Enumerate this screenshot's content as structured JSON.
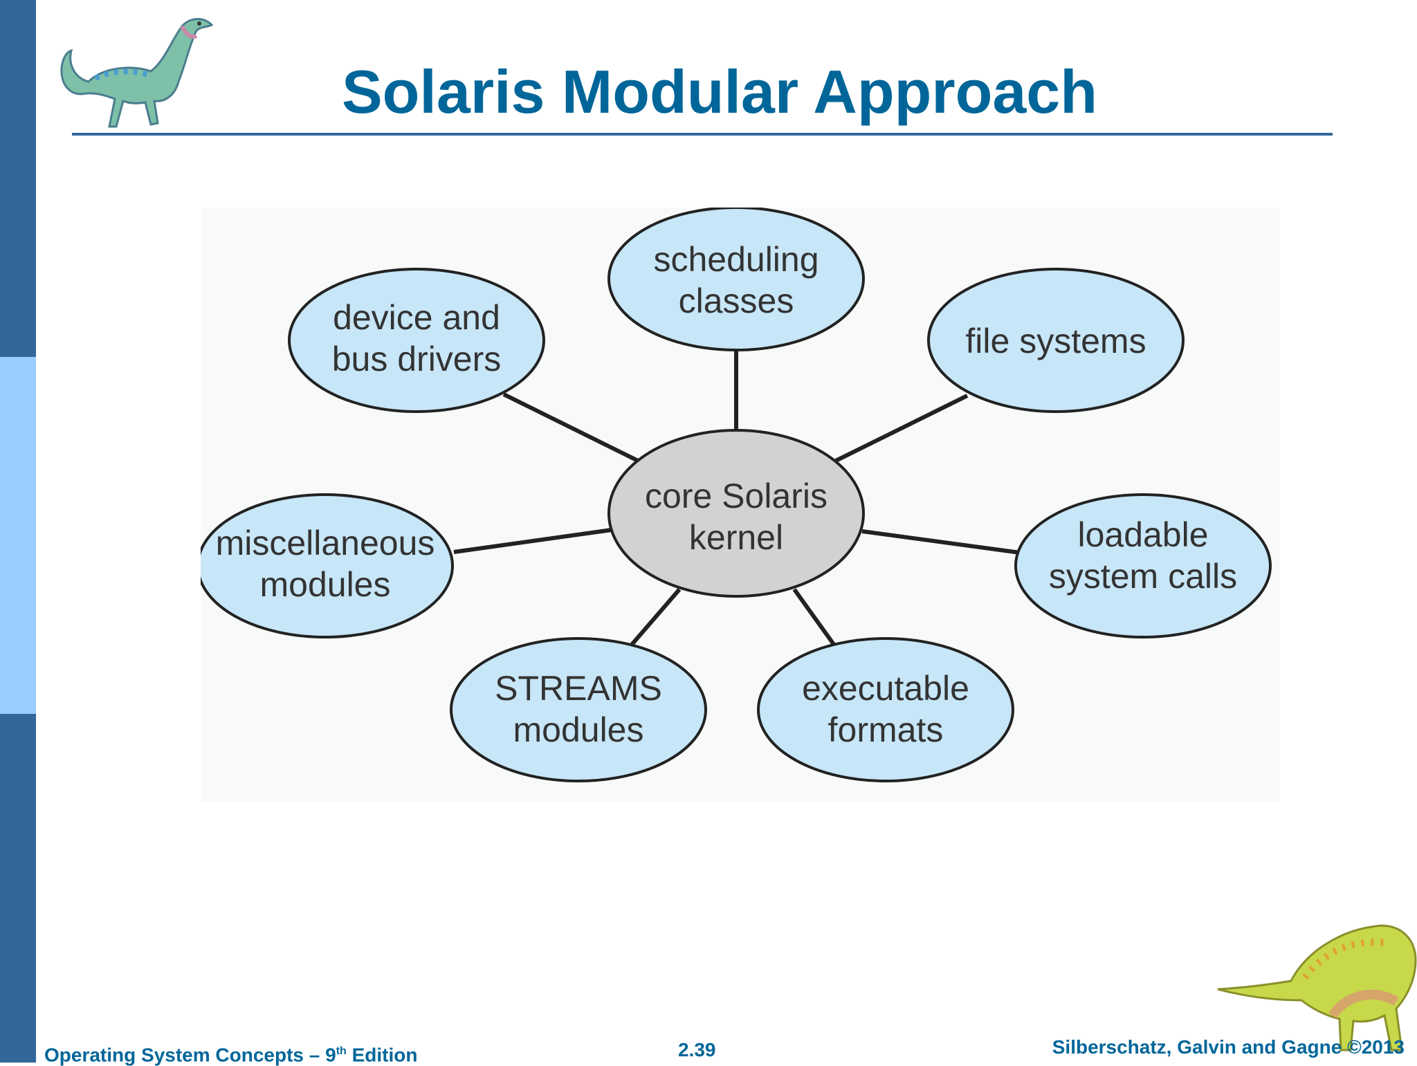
{
  "slide": {
    "title": "Solaris Modular Approach"
  },
  "diagram": {
    "center": {
      "lines": [
        "core Solaris",
        "kernel"
      ]
    },
    "modules": [
      {
        "id": "scheduling-classes",
        "lines": [
          "scheduling",
          "classes"
        ]
      },
      {
        "id": "device-bus-drivers",
        "lines": [
          "device and",
          "bus drivers"
        ]
      },
      {
        "id": "file-systems",
        "lines": [
          "file systems"
        ]
      },
      {
        "id": "miscellaneous-modules",
        "lines": [
          "miscellaneous",
          "modules"
        ]
      },
      {
        "id": "loadable-system-calls",
        "lines": [
          "loadable",
          "system calls"
        ]
      },
      {
        "id": "streams-modules",
        "lines": [
          "STREAMS",
          "modules"
        ]
      },
      {
        "id": "executable-formats",
        "lines": [
          "executable",
          "formats"
        ]
      }
    ],
    "colors": {
      "module_fill": "#c7e6f7",
      "center_fill": "#d2d2d2",
      "stroke": "#222222"
    }
  },
  "footer": {
    "book": "Operating System Concepts – 9",
    "book_sup": "th",
    "book_edition": " Edition",
    "page": "2.39",
    "copyright": "Silberschatz, Galvin and Gagne ©2013"
  },
  "icons": {
    "top_left": "dinosaur-icon",
    "bottom_right": "dinosaur-icon"
  }
}
